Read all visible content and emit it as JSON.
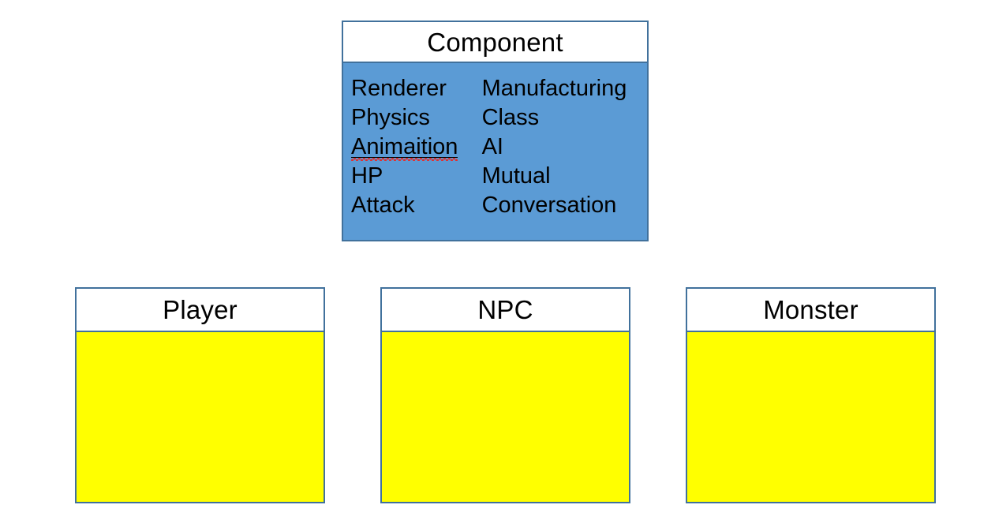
{
  "diagram": {
    "component_box": {
      "title": "Component",
      "header_bg": "#FFFFFF",
      "body_bg": "#5B9BD5",
      "border_color": "#41719C",
      "columns": {
        "left": [
          {
            "label": "Renderer",
            "misspelled": false
          },
          {
            "label": "Physics",
            "misspelled": false
          },
          {
            "label": "Animaition",
            "misspelled": true
          },
          {
            "label": "HP",
            "misspelled": false
          },
          {
            "label": "Attack",
            "misspelled": false
          }
        ],
        "right": [
          {
            "label": "Manufacturing",
            "misspelled": false
          },
          {
            "label": "Class",
            "misspelled": false
          },
          {
            "label": "AI",
            "misspelled": false
          },
          {
            "label": "Mutual",
            "misspelled": false
          },
          {
            "label": "Conversation",
            "misspelled": false
          }
        ]
      }
    },
    "entity_boxes": [
      {
        "title": "Player",
        "body_bg": "#FFFF00",
        "border_color": "#41719C",
        "items": []
      },
      {
        "title": "NPC",
        "body_bg": "#FFFF00",
        "border_color": "#41719C",
        "items": []
      },
      {
        "title": "Monster",
        "body_bg": "#FFFF00",
        "border_color": "#41719C",
        "items": []
      }
    ]
  }
}
